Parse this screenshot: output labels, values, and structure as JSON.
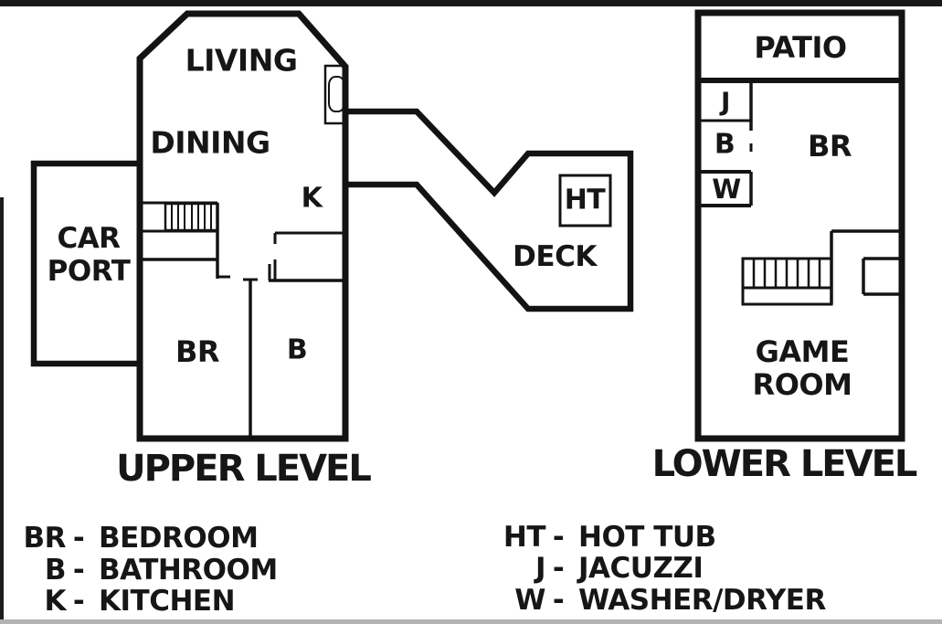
{
  "upper": {
    "title": "UPPER LEVEL",
    "living": "LIVING",
    "dining": "DINING",
    "kitchen_abbr": "K",
    "carport_line1": "CAR",
    "carport_line2": "PORT",
    "bedroom_abbr": "BR",
    "bathroom_abbr": "B"
  },
  "deck": {
    "label": "DECK",
    "hot_tub_abbr": "HT"
  },
  "lower": {
    "title": "LOWER LEVEL",
    "patio": "PATIO",
    "jacuzzi_abbr": "J",
    "bathroom_abbr": "B",
    "washer_abbr": "W",
    "bedroom_abbr": "BR",
    "game_room_line1": "GAME",
    "game_room_line2": "ROOM"
  },
  "legend": {
    "left": [
      {
        "abbr": "BR",
        "sep": "-",
        "label": "BEDROOM"
      },
      {
        "abbr": "B",
        "sep": "-",
        "label": "BATHROOM"
      },
      {
        "abbr": "K",
        "sep": "-",
        "label": "KITCHEN"
      }
    ],
    "right": [
      {
        "abbr": "HT",
        "sep": "-",
        "label": "HOT TUB"
      },
      {
        "abbr": "J",
        "sep": "-",
        "label": "JACUZZI"
      },
      {
        "abbr": "W",
        "sep": "-",
        "label": "WASHER/DRYER"
      }
    ]
  },
  "colors": {
    "ink": "#131313",
    "paper": "#ffffff",
    "bottom_edge": "#b3b3b3"
  }
}
